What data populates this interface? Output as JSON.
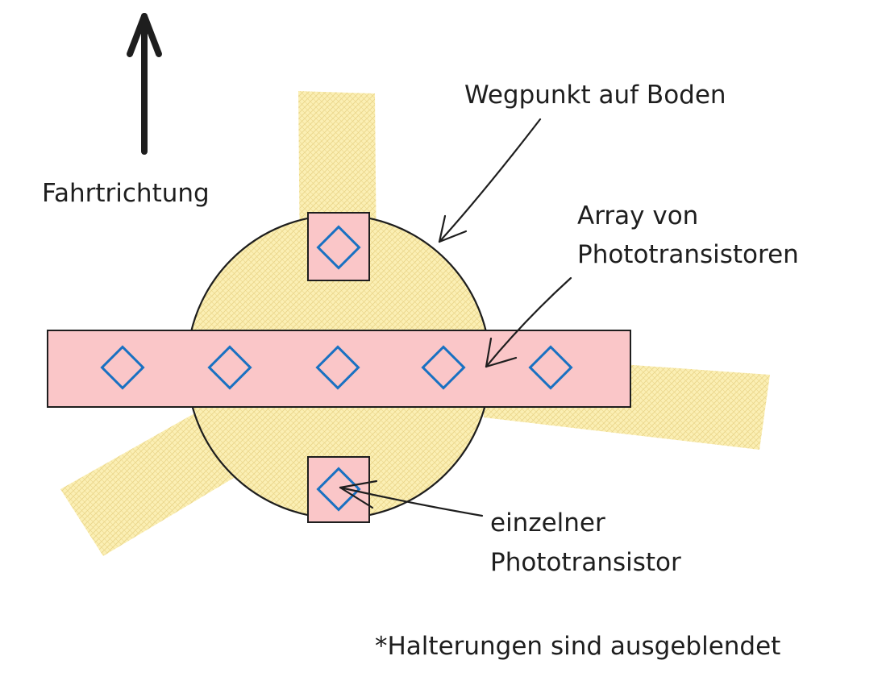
{
  "labels": {
    "direction": "Fahrtrichtung",
    "waypoint": "Wegpunkt auf Boden",
    "array_line1": "Array von",
    "array_line2": "Phototransistoren",
    "single_line1": "einzelner",
    "single_line2": "Phototransistor",
    "footnote": "*Halterungen sind ausgeblendet"
  },
  "colors": {
    "floor_fill": "#fbefb4",
    "floor_hatch": "#ead58a",
    "sensor_fill": "#fac6c8",
    "sensor_stroke": "#1e1e1e",
    "diamond_stroke": "#1971c2",
    "ink": "#1e1e1e"
  }
}
